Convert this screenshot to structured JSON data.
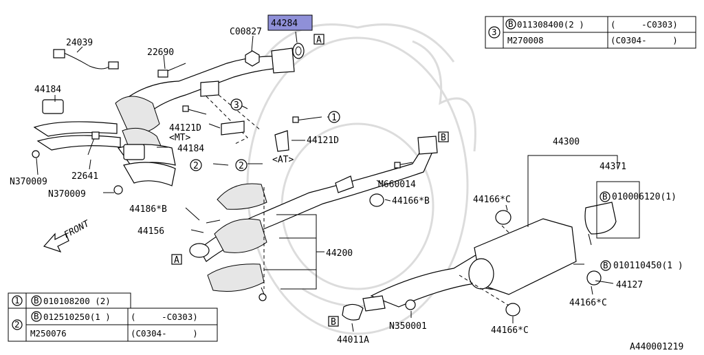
{
  "diagram": {
    "ref_code": "A440001219",
    "front_label": "FRONT",
    "highlight_color": "#8f90d8",
    "parts": {
      "p24039": "24039",
      "p22690": "22690",
      "p44184_top": "44184",
      "p44184_mid": "44184",
      "p22641": "22641",
      "pN370009_a": "N370009",
      "pN370009_b": "N370009",
      "pC00827": "C00827",
      "p44284": "44284",
      "p44121D_a": "44121D",
      "p44121D_b": "44121D",
      "mt": "<MT>",
      "at": "<AT>",
      "p44186B": "44186*B",
      "p44156": "44156",
      "p44200": "44200",
      "pM660014": "M660014",
      "p44166B": "44166*B",
      "p44300": "44300",
      "p44371": "44371",
      "p44166C_a": "44166*C",
      "p44166C_b": "44166*C",
      "p44166C_c": "44166*C",
      "p44127": "44127",
      "pN350001": "N350001",
      "p44011A": "44011A",
      "bolt_010006120": "010006120(1)",
      "bolt_010110450": "010110450(1 )"
    },
    "callouts": {
      "c1": "1",
      "c2a": "2",
      "c2b": "2",
      "c3": "3",
      "boxA_top": "A",
      "boxA_bottom": "A",
      "boxB_top": "B",
      "boxB_bottom": "B",
      "bolt_B1": "B",
      "bolt_B2": "B"
    }
  },
  "table_top_right": {
    "num": "3",
    "rows": [
      {
        "part": "011308400(2 )",
        "range": "(     -C0303)",
        "bolt": "B"
      },
      {
        "part": "M270008",
        "range": "(C0304-     )",
        "bolt": ""
      }
    ]
  },
  "table_bottom_left": {
    "rows": [
      {
        "num": "1",
        "bolt": "B",
        "part": "010108200 (2)",
        "range": ""
      },
      {
        "num": "2",
        "bolt": "B",
        "part": "012510250(1 )",
        "range": "(     -C0303)"
      },
      {
        "num": "",
        "bolt": "",
        "part": "M250076",
        "range": "(C0304-     )"
      }
    ]
  }
}
